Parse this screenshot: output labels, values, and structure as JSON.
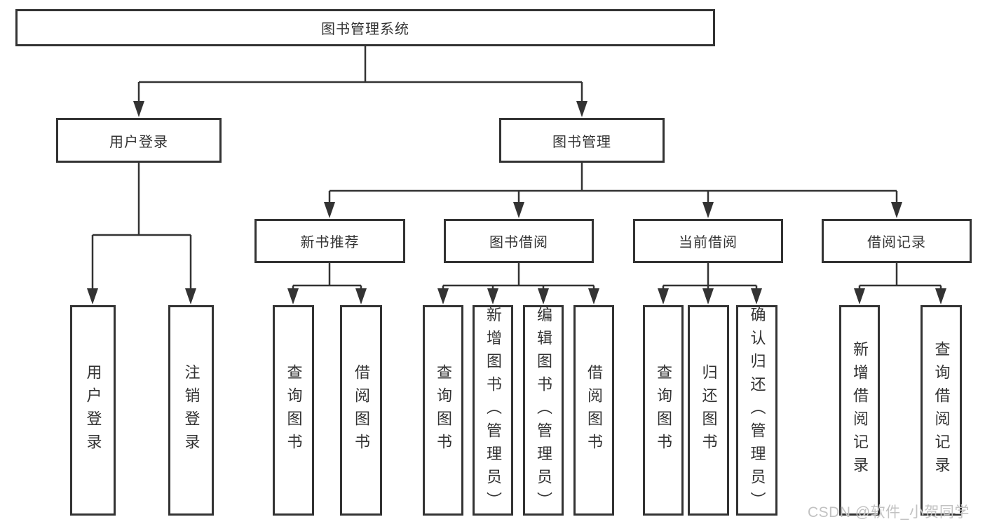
{
  "diagram": {
    "root": {
      "label": "图书管理系统"
    },
    "branches": [
      {
        "label": "用户登录",
        "children": [
          {
            "label": "用户登录"
          },
          {
            "label": "注销登录"
          }
        ]
      },
      {
        "label": "图书管理",
        "sections": [
          {
            "label": "新书推荐",
            "children": [
              {
                "label": "查询图书"
              },
              {
                "label": "借阅图书"
              }
            ]
          },
          {
            "label": "图书借阅",
            "children": [
              {
                "label": "查询图书"
              },
              {
                "label": "新增图书（管理员）"
              },
              {
                "label": "编辑图书（管理员）"
              },
              {
                "label": "借阅图书"
              }
            ]
          },
          {
            "label": "当前借阅",
            "children": [
              {
                "label": "查询图书"
              },
              {
                "label": "归还图书"
              },
              {
                "label": "确认归还（管理员）"
              }
            ]
          },
          {
            "label": "借阅记录",
            "children": [
              {
                "label": "新增借阅记录"
              },
              {
                "label": "查询借阅记录"
              }
            ]
          }
        ]
      }
    ]
  },
  "watermark": {
    "text": "CSDN @软件_小贺同学"
  },
  "colors": {
    "line": "#333333",
    "box_border": "#333333",
    "text": "#333333",
    "watermark": "#c2c2c2",
    "background": "#ffffff"
  }
}
